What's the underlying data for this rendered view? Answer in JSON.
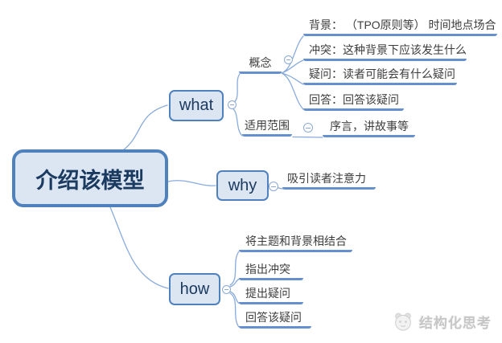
{
  "root": {
    "label": "介绍该模型"
  },
  "branches": {
    "what": {
      "label": "what",
      "children": {
        "concept": {
          "label": "概念",
          "children": [
            {
              "label": "背景： （TPO原则等） 时间地点场合"
            },
            {
              "label": "冲突：这种背景下应该发生什么"
            },
            {
              "label": "疑问：读者可能会有什么疑问"
            },
            {
              "label": "回答：回答该疑问"
            }
          ]
        },
        "scope": {
          "label": "适用范围",
          "children": [
            {
              "label": "序言，讲故事等"
            }
          ]
        }
      }
    },
    "why": {
      "label": "why",
      "children": [
        {
          "label": "吸引读者注意力"
        }
      ]
    },
    "how": {
      "label": "how",
      "children": [
        {
          "label": "将主题和背景相结合"
        },
        {
          "label": "指出冲突"
        },
        {
          "label": "提出疑问"
        },
        {
          "label": "回答该疑问"
        }
      ]
    }
  },
  "watermark": {
    "text": "结构化思考",
    "logo": "structured-thinking-logo"
  },
  "colors": {
    "node_fill": "#dce6f2",
    "node_border": "#4f81bd",
    "branch_line": "#6590cd",
    "connector": "#89abdc",
    "node_text": "#1b3a60",
    "leaf_text": "#3d3d3d"
  }
}
